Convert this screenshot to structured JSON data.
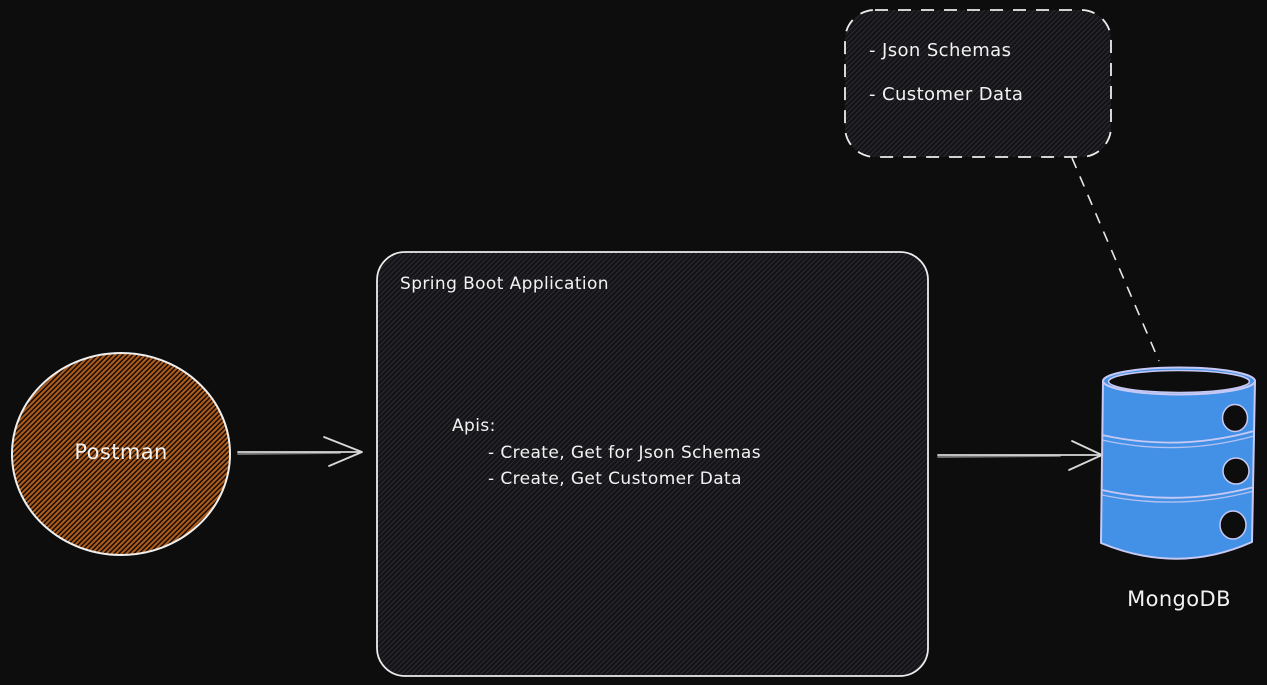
{
  "canvas": {
    "background_color": "#0d0d0d",
    "text_color": "#f2f2f2"
  },
  "diagram": {
    "postman": {
      "label": "Postman",
      "shape": "circle",
      "hatch_color": "#b05d1c",
      "stroke_color": "#efefef"
    },
    "spring_boot_app": {
      "title": "Spring Boot Application",
      "shape": "rounded-rectangle",
      "stroke_color": "#ececec",
      "apis_heading": "Apis:",
      "api_list": [
        "- Create, Get for Json Schemas",
        "- Create, Get Customer Data"
      ]
    },
    "data_note": {
      "shape": "dashed-rounded-rectangle",
      "stroke_color": "#ececec",
      "lines": [
        "- Json Schemas",
        "- Customer Data"
      ]
    },
    "mongodb": {
      "label": "MongoDB",
      "shape": "database-cylinder",
      "body_color": "#4291e6",
      "outline_color": "#c7c9f4"
    },
    "connectors": {
      "postman_to_app": "solid-arrow",
      "app_to_mongodb": "solid-arrow",
      "note_to_mongodb": "dashed-line",
      "arrow_color": "#d8d8d8"
    }
  }
}
